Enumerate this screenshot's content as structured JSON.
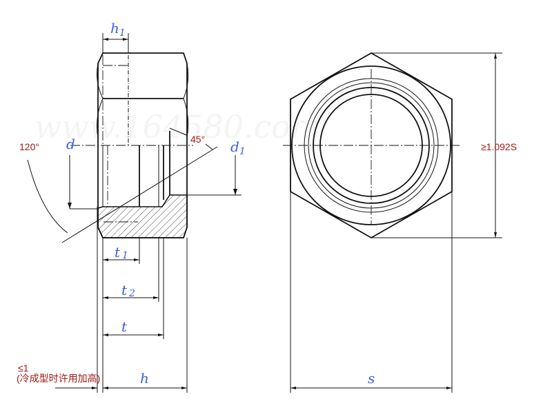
{
  "watermark": "www.164580.com",
  "labels": {
    "h1": {
      "main": "h",
      "sub": "1"
    },
    "d": "d",
    "d1": {
      "main": "d",
      "sub": "1"
    },
    "t1": {
      "main": "t",
      "sub": "1"
    },
    "t2": {
      "main": "t",
      "sub": "2"
    },
    "t": "t",
    "h": "h",
    "s": "s"
  },
  "annotations": {
    "angle_45": "45°",
    "angle_120": "120°",
    "across_corners": "≥1.092S",
    "max_1": "≤1",
    "cold_forming_note": "(冷成型时许用加高)"
  },
  "colors": {
    "dimension_label": "#3a5fe0",
    "annotation": "#a01818"
  }
}
